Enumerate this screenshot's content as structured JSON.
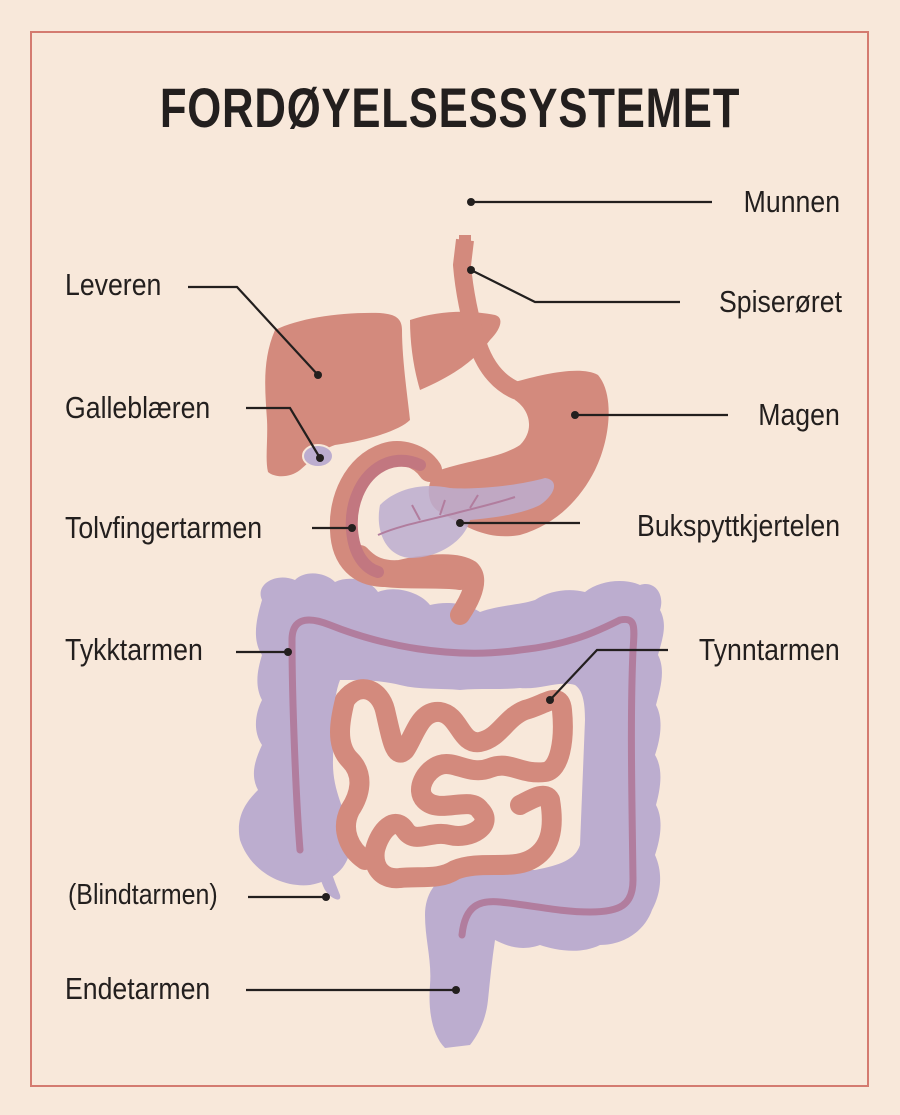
{
  "title": "FORDØYELSESSYSTEMET",
  "colors": {
    "background": "#f8e8da",
    "frame": "#d47b70",
    "organ_red": "#d38a7d",
    "organ_dark": "#c27780",
    "organ_purple": "#bcadcf",
    "vessel": "#b17d9e",
    "text": "#231f1e"
  },
  "labels": {
    "munnen": "Munnen",
    "spiseroret": "Spiserøret",
    "leveren": "Leveren",
    "galleblaeren": "Galleblæren",
    "magen": "Magen",
    "tolvfingertarmen": "Tolvfingertarmen",
    "bukspyttkjertelen": "Bukspyttkjertelen",
    "tykktarmen": "Tykktarmen",
    "tynntarmen": "Tynntarmen",
    "blindtarmen": "(Blindtarmen)",
    "endetarmen": "Endetarmen"
  }
}
